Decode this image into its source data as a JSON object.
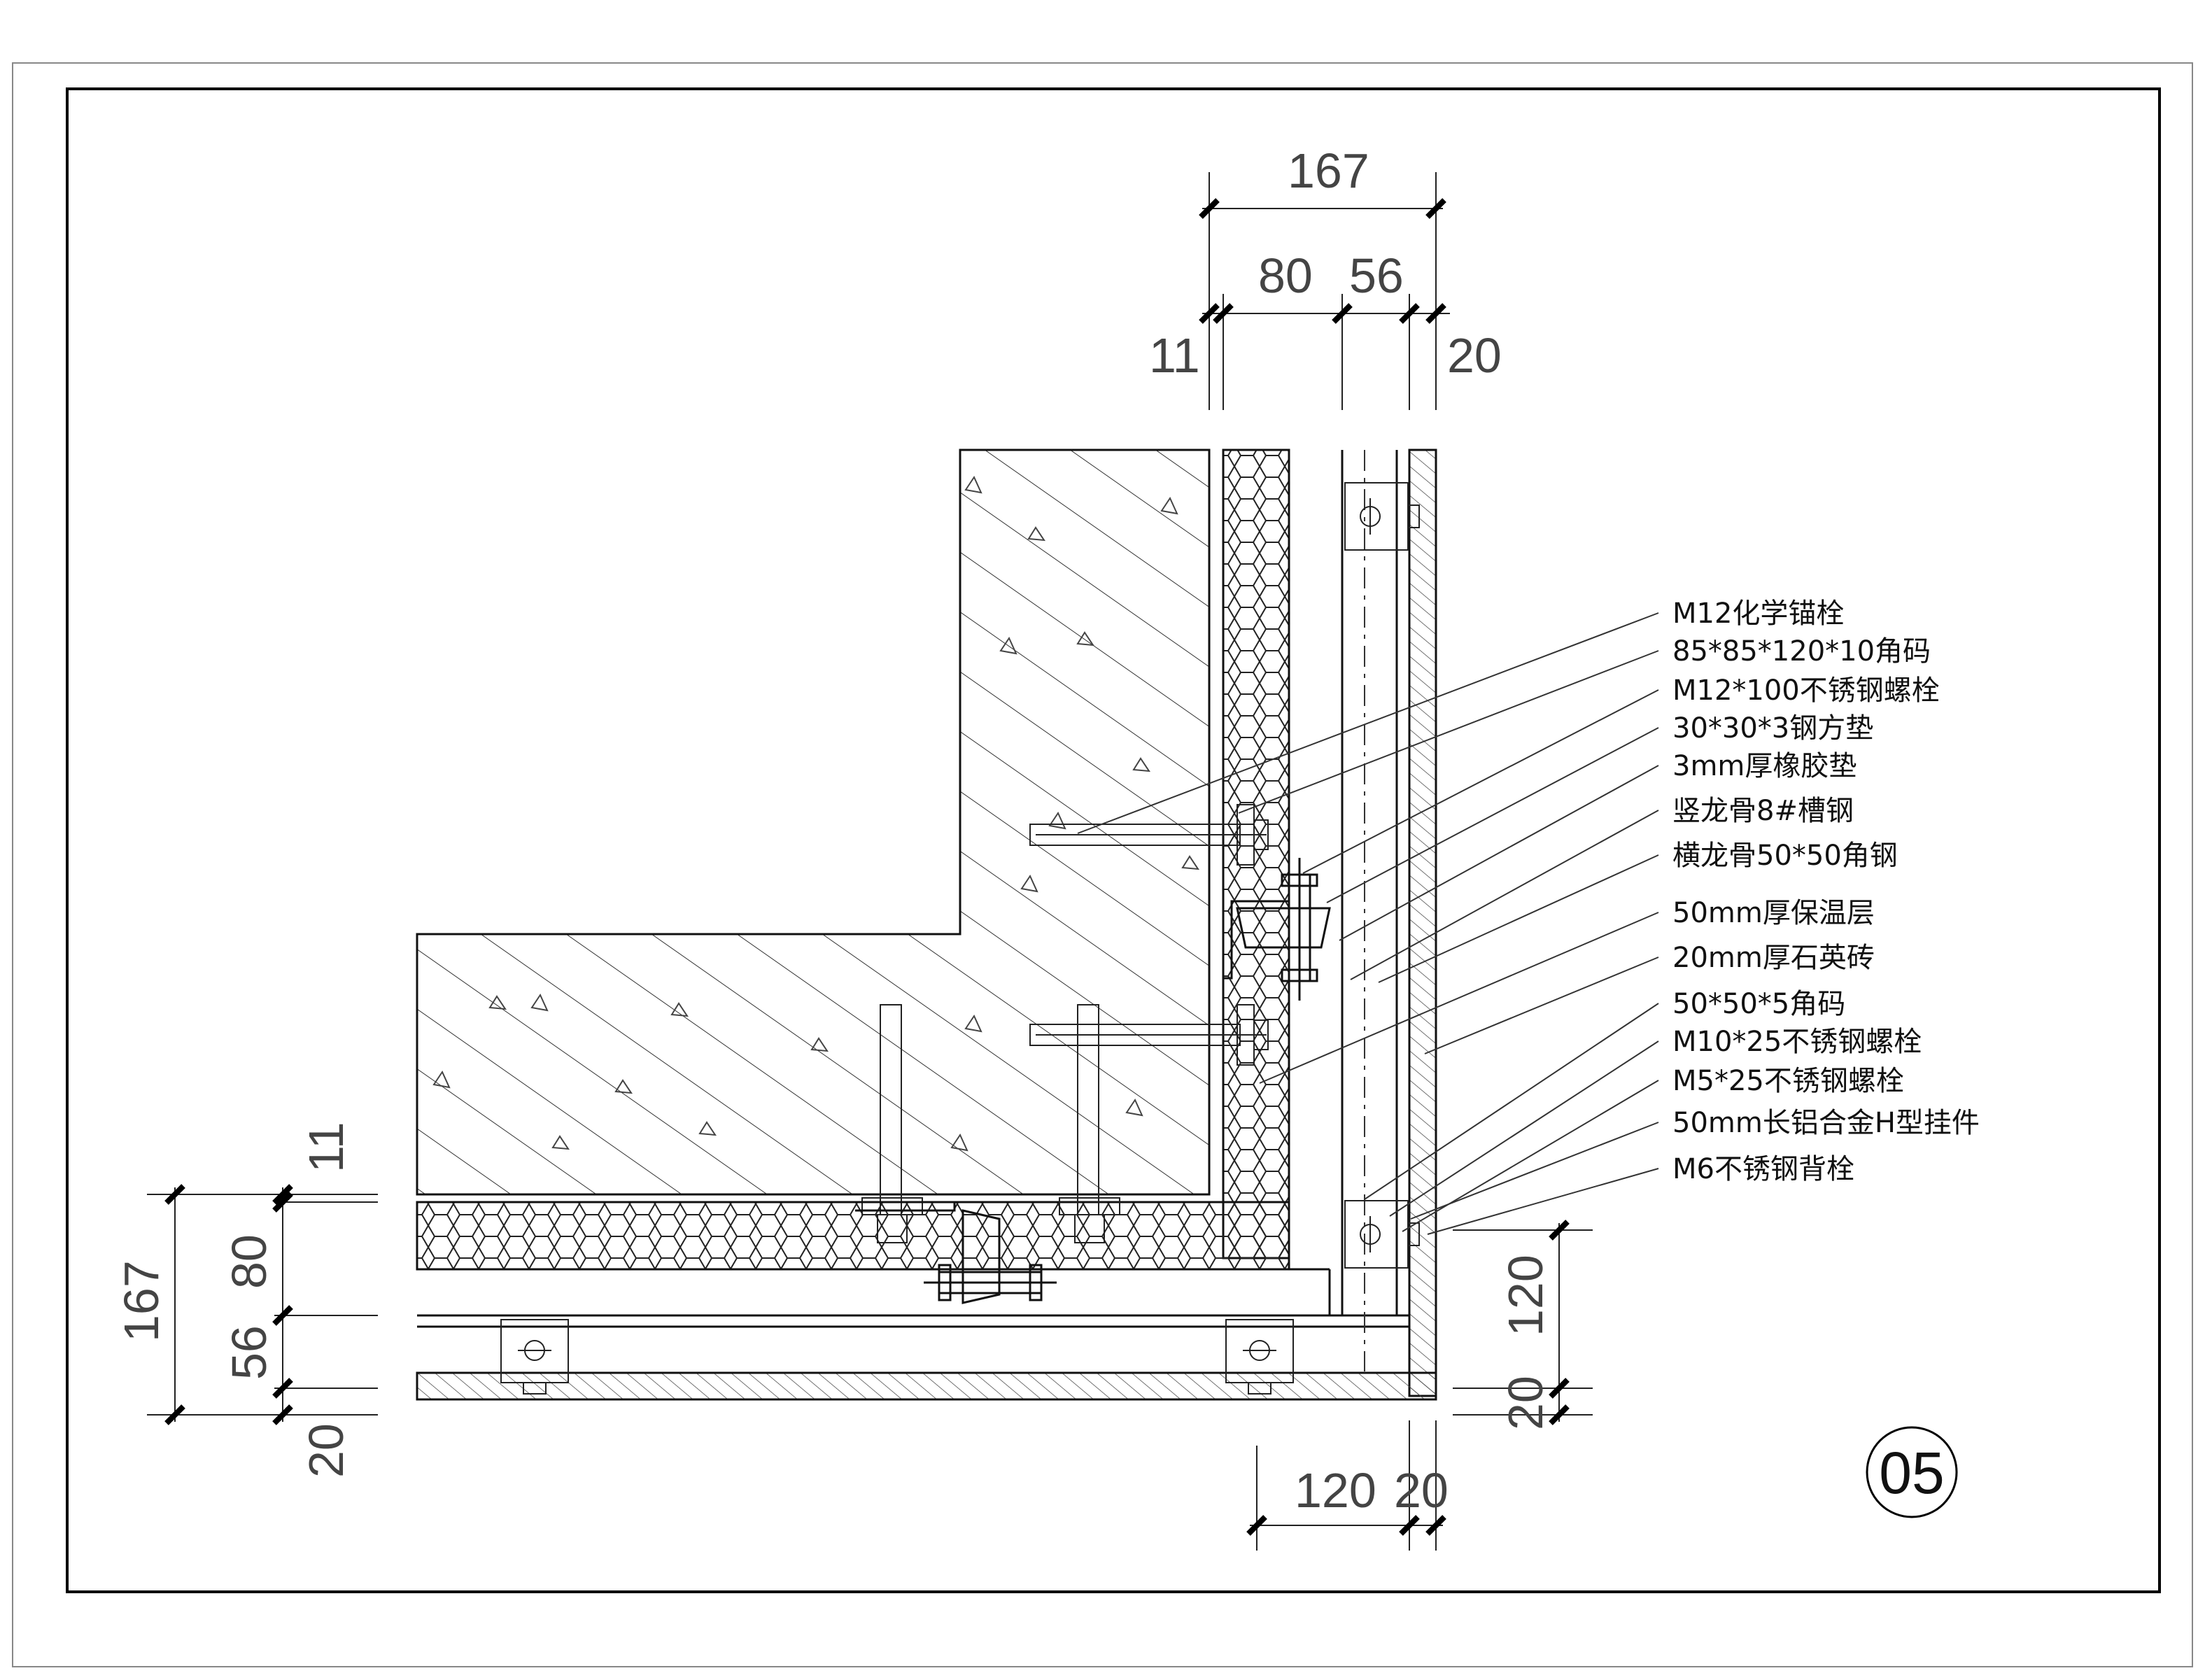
{
  "drawing": {
    "detail_number": "05",
    "dimensions": {
      "top_total": "167",
      "top_80": "80",
      "top_56": "56",
      "top_11": "11",
      "top_20": "20",
      "left_167": "167",
      "left_80": "80",
      "left_56": "56",
      "left_11": "11",
      "left_20": "20",
      "right_120": "120",
      "right_20": "20",
      "bottom_120": "120",
      "bottom_20": "20"
    },
    "labels": [
      "M12化学锚栓",
      "85*85*120*10角码",
      "M12*100不锈钢螺栓",
      "30*30*3钢方垫",
      "3mm厚橡胶垫",
      "竖龙骨8#槽钢",
      "横龙骨50*50角钢",
      "50mm厚保温层",
      "20mm厚石英砖",
      "50*50*5角码",
      "M10*25不锈钢螺栓",
      "M5*25不锈钢螺栓",
      "50mm长铝合金H型挂件",
      "M6不锈钢背栓"
    ]
  },
  "colors": {
    "line": "#111111",
    "dimension_text": "#444444",
    "background": "#ffffff"
  }
}
